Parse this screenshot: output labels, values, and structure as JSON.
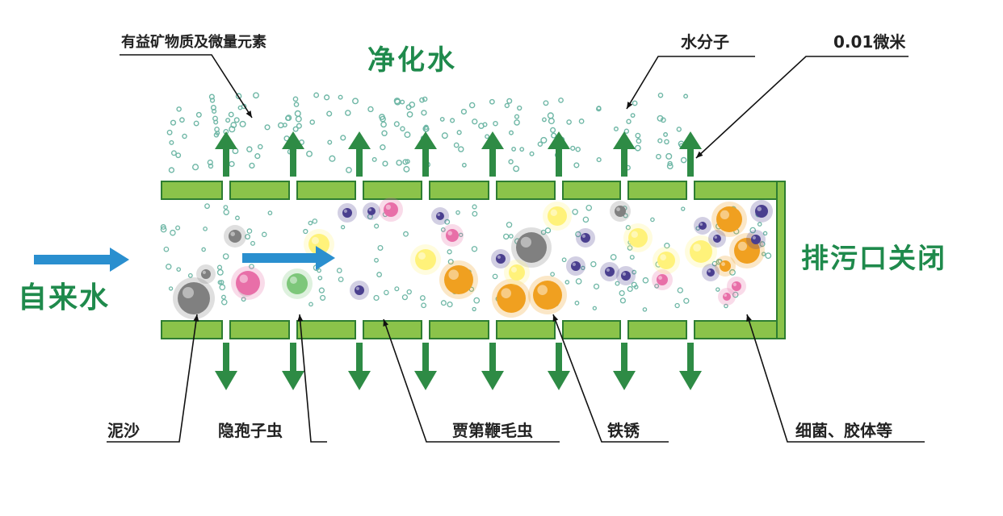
{
  "title": "净化水",
  "inlet_label": "自来水",
  "outlet_label": "排污口关闭",
  "callouts_top": {
    "minerals": "有益矿物质及微量元素",
    "water_molecule": "水分子",
    "pore_size": "0.01微米"
  },
  "callouts_bottom": {
    "sand": "泥沙",
    "crypto": "隐孢子虫",
    "giardia": "贾第鞭毛虫",
    "rust": "铁锈",
    "bacteria": "细菌、胶体等"
  },
  "colors": {
    "membrane": "#8bc34a",
    "membrane_border": "#2e7d32",
    "arrow_green": "#2e8b45",
    "arrow_blue": "#2a8fcf",
    "text_green": "#1f8a4c",
    "rust": "#f0a020",
    "bacteria": "#4a3f8f",
    "crypto": "#e86fa8",
    "sand": "#808080",
    "giardia": "#7dc77a",
    "colloid": "#fff27a",
    "water_dot": "#6fb7a6"
  }
}
